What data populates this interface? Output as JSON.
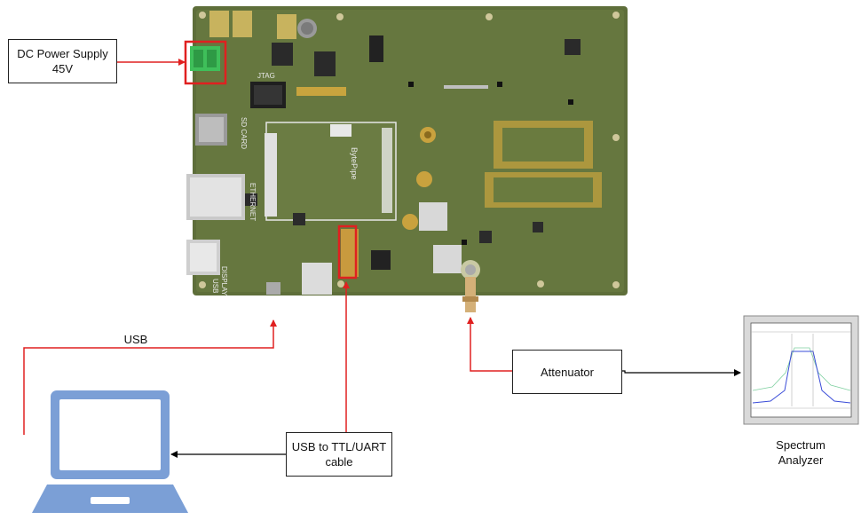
{
  "labels": {
    "dc_power": "DC Power Supply\n45V",
    "usb": "USB",
    "uart_cable": "USB to TTL/UART\ncable",
    "attenuator": "Attenuator",
    "spectrum_analyzer": "Spectrum\nAnalyzer"
  },
  "board_silkscreen": {
    "jtag": "JTAG",
    "sd_card": "SD CARD",
    "ethernet": "ETHERNET",
    "display": "DISPLAY",
    "usb": "USB",
    "bytepipe": "BytePıpe"
  },
  "colors": {
    "connection_line": "#e02020",
    "signal_line": "#000000",
    "board": "#5e6e3a",
    "laptop": "#7b9fd6",
    "highlight": "#e02020"
  },
  "icons": [
    "laptop-icon",
    "spectrum-analyzer-icon",
    "pcb-board"
  ]
}
